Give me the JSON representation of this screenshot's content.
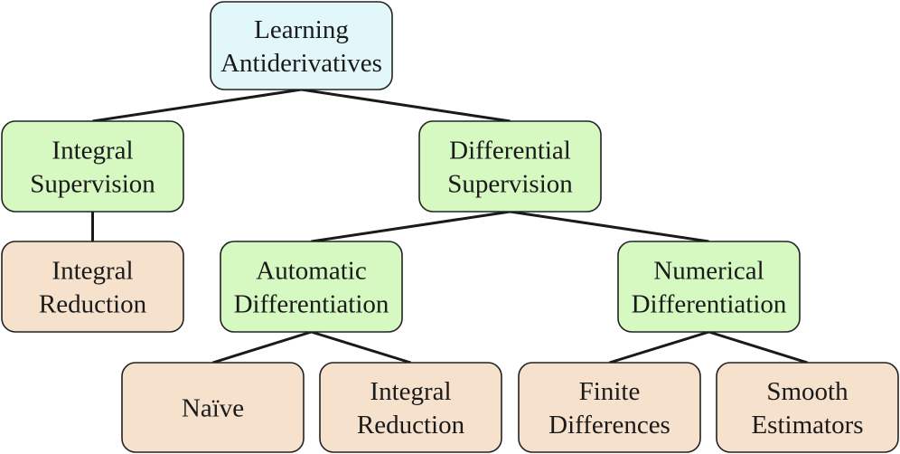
{
  "colors": {
    "root": "#e2f7fa",
    "category": "#d6f9c2",
    "method": "#f6e1cd",
    "edge": "#1a1a1a",
    "border": "#222222"
  },
  "nodes": {
    "root": {
      "lines": [
        "Learning",
        "Antiderivatives"
      ],
      "kind": "root"
    },
    "integral_supervision": {
      "lines": [
        "Integral",
        "Supervision"
      ],
      "kind": "category"
    },
    "differential_supervision": {
      "lines": [
        "Differential",
        "Supervision"
      ],
      "kind": "category"
    },
    "integral_reduction_left": {
      "lines": [
        "Integral",
        "Reduction"
      ],
      "kind": "method"
    },
    "automatic_differentiation": {
      "lines": [
        "Automatic",
        "Differentiation"
      ],
      "kind": "category"
    },
    "numerical_differentiation": {
      "lines": [
        "Numerical",
        "Differentiation"
      ],
      "kind": "category"
    },
    "naive": {
      "lines": [
        "Naïve"
      ],
      "kind": "method"
    },
    "integral_reduction_right": {
      "lines": [
        "Integral",
        "Reduction"
      ],
      "kind": "method"
    },
    "finite_differences": {
      "lines": [
        "Finite",
        "Differences"
      ],
      "kind": "method"
    },
    "smooth_estimators": {
      "lines": [
        "Smooth",
        "Estimators"
      ],
      "kind": "method"
    }
  },
  "edges": [
    [
      "root",
      "integral_supervision"
    ],
    [
      "root",
      "differential_supervision"
    ],
    [
      "integral_supervision",
      "integral_reduction_left"
    ],
    [
      "differential_supervision",
      "automatic_differentiation"
    ],
    [
      "differential_supervision",
      "numerical_differentiation"
    ],
    [
      "automatic_differentiation",
      "naive"
    ],
    [
      "automatic_differentiation",
      "integral_reduction_right"
    ],
    [
      "numerical_differentiation",
      "finite_differences"
    ],
    [
      "numerical_differentiation",
      "smooth_estimators"
    ]
  ]
}
